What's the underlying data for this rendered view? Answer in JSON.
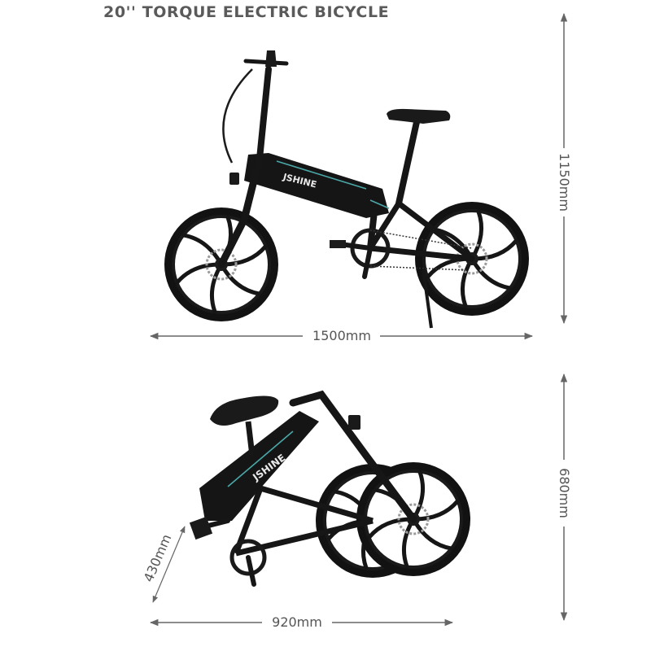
{
  "title": "20'' TORQUE ELECTRIC BICYCLE",
  "brand_logo": "JSHINE",
  "colors": {
    "text": "#555555",
    "frame": "#141414",
    "accent": "#4aa8a8",
    "background": "#ffffff"
  },
  "unfolded": {
    "height_label": "1150mm",
    "length_label": "1500mm"
  },
  "folded": {
    "height_label": "680mm",
    "width_label": "430mm",
    "length_label": "920mm"
  }
}
